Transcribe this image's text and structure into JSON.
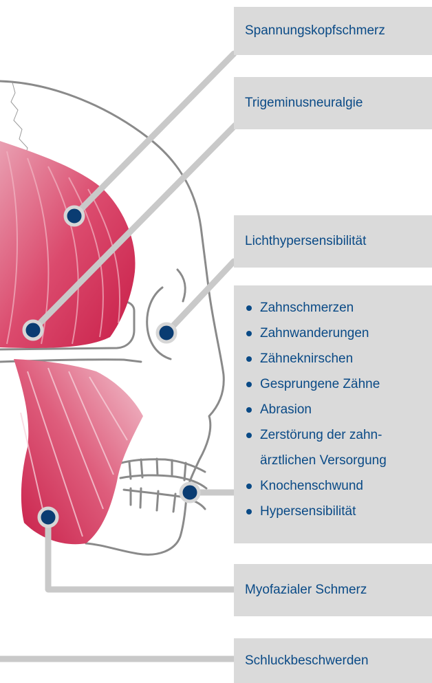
{
  "labels": {
    "tension_headache": "Spannungskopfschmerz",
    "trigeminal": "Trigeminusneuralgie",
    "light_sensitivity": "Lichthypersensibilität",
    "myofascial": "Myofazialer Schmerz",
    "swallowing": "Schluckbeschwerden"
  },
  "symptoms": [
    "Zahnschmerzen",
    "Zahnwanderungen",
    "Zähneknirschen",
    "Gesprungene Zähne",
    "Abrasion",
    "Zerstörung der zahn-",
    "ärztlichen Versorgung",
    "Knochenschwund",
    "Hypersensibilität"
  ],
  "colors": {
    "box_bg": "#dadada",
    "text": "#0a4a86",
    "marker": "#0a3c72",
    "leader": "#c9c9c9",
    "muscle": "#d6325a",
    "skull_outline": "#7a7a7a"
  }
}
